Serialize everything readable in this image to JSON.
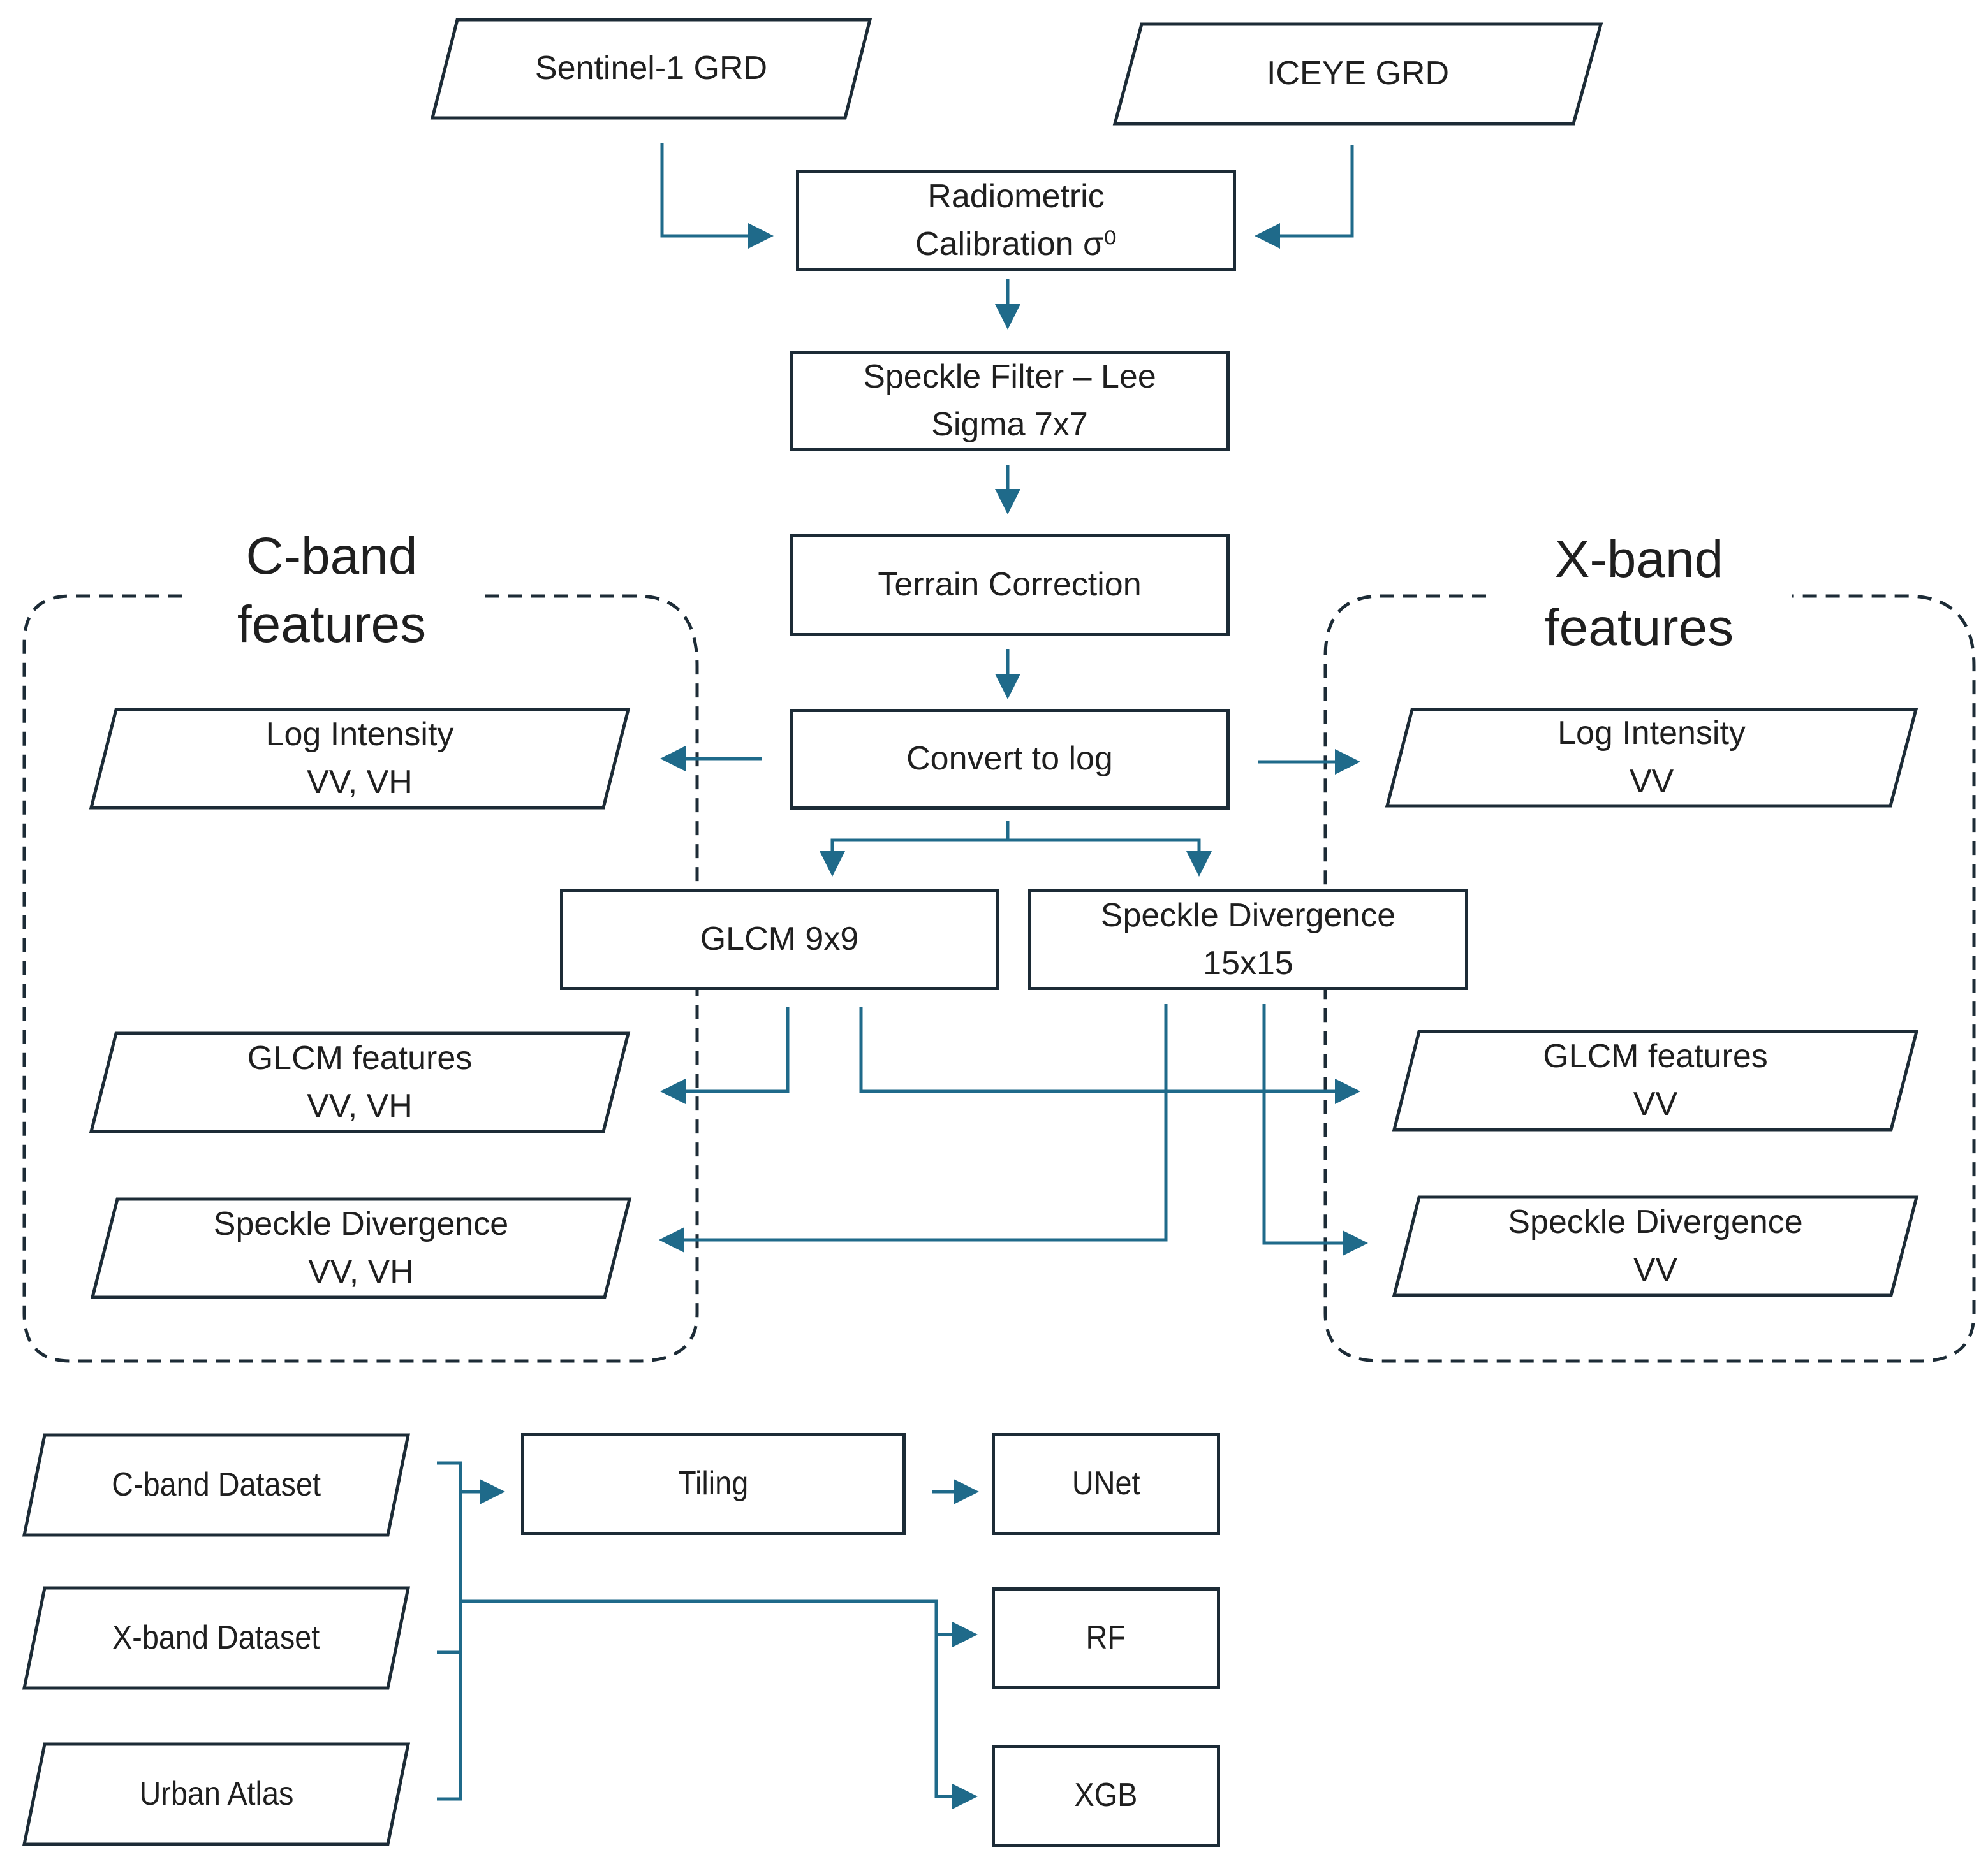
{
  "inputs": {
    "sentinel": "Sentinel-1 GRD",
    "iceye": "ICEYE GRD"
  },
  "steps": {
    "calibration": "Radiometric\nCalibration σ⁰",
    "speckle_filter": "Speckle Filter – Lee\nSigma 7x7",
    "terrain": "Terrain Correction",
    "convert_log": "Convert to log",
    "glcm": "GLCM 9x9",
    "speckle_div": "Speckle Divergence\n15x15"
  },
  "c_band": {
    "title": "C-band\nfeatures",
    "log_intensity": "Log Intensity\nVV, VH",
    "glcm_features": "GLCM features\nVV, VH",
    "speckle_divergence": "Speckle Divergence\nVV, VH"
  },
  "x_band": {
    "title": "X-band\nfeatures",
    "log_intensity": "Log Intensity\nVV",
    "glcm_features": "GLCM features\nVV",
    "speckle_divergence": "Speckle Divergence\nVV"
  },
  "datasets": {
    "c_band": "C-band Dataset",
    "x_band": "X-band Dataset",
    "urban_atlas": "Urban Atlas"
  },
  "models": {
    "tiling": "Tiling",
    "unet": "UNet",
    "rf": "RF",
    "xgb": "XGB"
  },
  "colors": {
    "arrow": "#1f6a8a",
    "border": "#1c2b36"
  }
}
